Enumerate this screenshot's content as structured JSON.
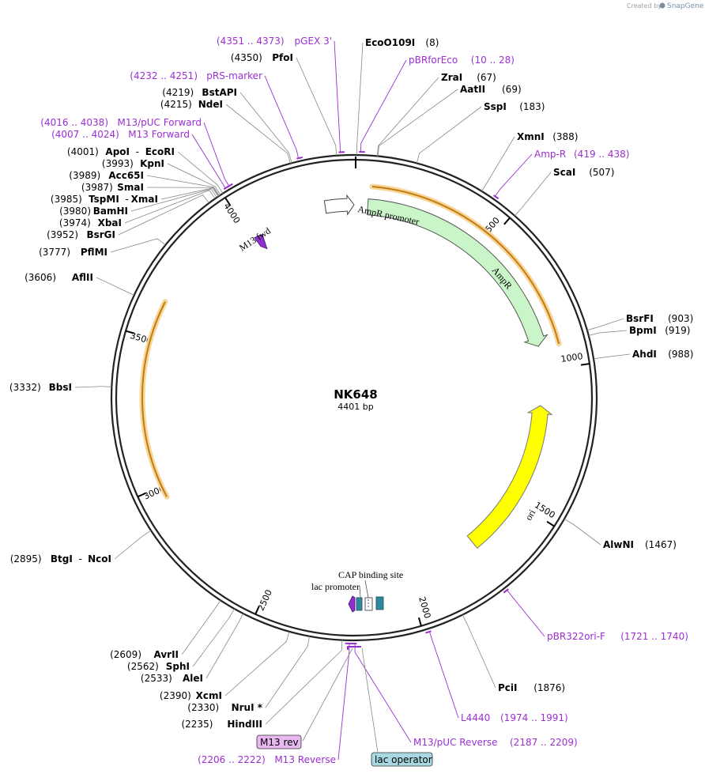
{
  "credit": {
    "prefix": "Created by",
    "brand": "SnapGene"
  },
  "plasmid": {
    "name": "NK648",
    "length_label": "4401 bp",
    "length": 4401
  },
  "colors": {
    "primer": "#9b2fd0",
    "ampr_feature": "#c9f5c9",
    "ori_feature": "#ffff00",
    "orf": "#e89a1e",
    "lac_operator": "#a8d8e0",
    "primer_tag": "#e8b8f0"
  },
  "ticks": [
    {
      "bp": 500,
      "label": "500"
    },
    {
      "bp": 1000,
      "label": "1000"
    },
    {
      "bp": 1500,
      "label": "1500"
    },
    {
      "bp": 2000,
      "label": "2000"
    },
    {
      "bp": 2500,
      "label": "2500"
    },
    {
      "bp": 3000,
      "label": "3000"
    },
    {
      "bp": 3500,
      "label": "3500"
    },
    {
      "bp": 4000,
      "label": "4000"
    }
  ],
  "features": [
    {
      "name": "AmpR promoter",
      "start": 4296,
      "end": 4401,
      "direction": "forward",
      "shape": "outline-arrow"
    },
    {
      "name": "AmpR",
      "start": 50,
      "end": 910,
      "direction": "forward",
      "shape": "filled-arrow"
    },
    {
      "name": "ori",
      "start": 1130,
      "end": 1720,
      "direction": "reverse",
      "shape": "filled-arrow"
    },
    {
      "name": "M13 fwd",
      "start": 4016,
      "end": 4032,
      "direction": "forward",
      "shape": "primer"
    },
    {
      "name": "CAP binding site",
      "bp": 2222
    },
    {
      "name": "lac promoter",
      "bp": 2238
    },
    {
      "name": "lac operator",
      "bp": 2215
    },
    {
      "name": "M13 rev",
      "bp": 2212
    }
  ],
  "orfs": [
    {
      "start": 60,
      "end": 920
    },
    {
      "start": 2960,
      "end": 3630
    }
  ],
  "sites": {
    "right": [
      {
        "name": "EcoO109I",
        "pos": "(8)",
        "bp": 8
      },
      {
        "name": "ZraI",
        "pos": "(67)",
        "bp": 67
      },
      {
        "name": "AatII",
        "pos": "(69)",
        "bp": 69
      },
      {
        "name": "SspI",
        "pos": "(183)",
        "bp": 183
      },
      {
        "name": "XmnI",
        "pos": "(388)",
        "bp": 388
      },
      {
        "name": "ScaI",
        "pos": "(507)",
        "bp": 507
      },
      {
        "name": "BsrFI",
        "pos": "(903)",
        "bp": 903
      },
      {
        "name": "BpmI",
        "pos": "(919)",
        "bp": 919
      },
      {
        "name": "AhdI",
        "pos": "(988)",
        "bp": 988
      },
      {
        "name": "AlwNI",
        "pos": "(1467)",
        "bp": 1467
      },
      {
        "name": "PciI",
        "pos": "(1876)",
        "bp": 1876
      }
    ],
    "left": [
      {
        "name": "PfoI",
        "pos": "(4350)",
        "bp": 4350
      },
      {
        "name": "BstAPI",
        "pos": "(4219)",
        "bp": 4219
      },
      {
        "name": "NdeI",
        "pos": "(4215)",
        "bp": 4215
      },
      {
        "name": "ApoI",
        "name2": "EcoRI",
        "pos": "(4001)",
        "bp": 4001
      },
      {
        "name": "KpnI",
        "pos": "(3993)",
        "bp": 3993
      },
      {
        "name": "Acc65I",
        "pos": "(3989)",
        "bp": 3989
      },
      {
        "name": "SmaI",
        "pos": "(3987)",
        "bp": 3987
      },
      {
        "name": "TspMI",
        "name2": "XmaI",
        "pos": "(3985)",
        "bp": 3985
      },
      {
        "name": "BamHI",
        "pos": "(3980)",
        "bp": 3980
      },
      {
        "name": "XbaI",
        "pos": "(3974)",
        "bp": 3974
      },
      {
        "name": "BsrGI",
        "pos": "(3952)",
        "bp": 3952
      },
      {
        "name": "PflMI",
        "pos": "(3777)",
        "bp": 3777
      },
      {
        "name": "AflII",
        "pos": "(3606)",
        "bp": 3606
      },
      {
        "name": "BbsI",
        "pos": "(3332)",
        "bp": 3332
      },
      {
        "name": "BtgI",
        "name2": "NcoI",
        "pos": "(2895)",
        "bp": 2895
      },
      {
        "name": "AvrII",
        "pos": "(2609)",
        "bp": 2609
      },
      {
        "name": "SphI",
        "pos": "(2562)",
        "bp": 2562
      },
      {
        "name": "AleI",
        "pos": "(2533)",
        "bp": 2533
      },
      {
        "name": "XcmI",
        "pos": "(2390)",
        "bp": 2390
      },
      {
        "name": "NruI *",
        "pos": "(2330)",
        "bp": 2330
      },
      {
        "name": "HindIII",
        "pos": "(2235)",
        "bp": 2235
      }
    ]
  },
  "primers": [
    {
      "name": "pBRforEco",
      "range": "(10 .. 28)",
      "bp": 19,
      "side": "right"
    },
    {
      "name": "Amp-R",
      "range": "(419 .. 438)",
      "bp": 428,
      "side": "right"
    },
    {
      "name": "pBR322ori-F",
      "range": "(1721 .. 1740)",
      "bp": 1730,
      "side": "right"
    },
    {
      "name": "L4440",
      "range": "(1974 .. 1991)",
      "bp": 1982,
      "side": "right"
    },
    {
      "name": "M13/pUC Reverse",
      "range": "(2187 .. 2209)",
      "bp": 2198,
      "side": "right"
    },
    {
      "name": "M13 Reverse",
      "range": "(2206 .. 2222)",
      "bp": 2214,
      "side": "left"
    },
    {
      "name": "pGEX 3'",
      "range": "(4351 .. 4373)",
      "bp": 4362,
      "side": "left"
    },
    {
      "name": "pRS-marker",
      "range": "(4232 .. 4251)",
      "bp": 4241,
      "side": "left"
    },
    {
      "name": "M13/pUC Forward",
      "range": "(4016 .. 4038)",
      "bp": 4027,
      "side": "left"
    },
    {
      "name": "M13 Forward",
      "range": "(4007 .. 4024)",
      "bp": 4015,
      "side": "left"
    }
  ]
}
